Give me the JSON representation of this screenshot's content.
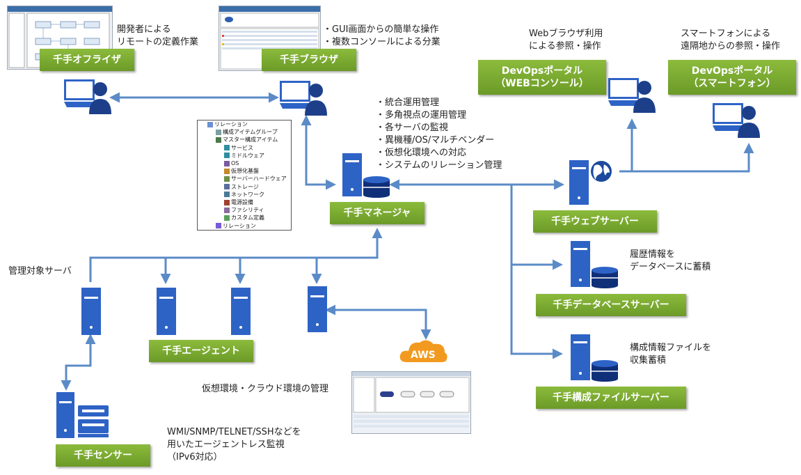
{
  "boxes": {
    "offlizer": "千手オフライザ",
    "browser": "千手ブラウザ",
    "devops_web": "DevOpsポータル\n（WEBコンソール）",
    "devops_phone": "DevOpsポータル\n（スマートフォン）",
    "manager": "千手マネージャ",
    "web_server": "千手ウェブサーバー",
    "db_server": "千手データベースサーバー",
    "config_server": "千手構成ファイルサーバー",
    "agent": "千手エージェント",
    "sensor": "千手センサー"
  },
  "texts": {
    "developer": "開発者による\nリモートの定義作業",
    "gui": "・GUI画面からの簡単な操作\n・複数コンソールによる分業",
    "web_use": "Webブラウザ利用\nによる参照・操作",
    "smartphone": "スマートフォンによる\n遠隔地からの参照・操作",
    "manager_features": "・統合運用管理\n・多角視点の運用管理\n・各サーバの監視\n・異機種/OS/マルチベンダー\n・仮想化環境への対応\n・システムのリレーション管理",
    "managed_servers": "管理対象サーバ",
    "history": "履歴情報を\nデータベースに蓄積",
    "config": "構成情報ファイルを\n収集蓄積",
    "virtual": "仮想環境・クラウド環境の管理",
    "agentless": "WMI/SNMP/TELNET/SSHなどを\n用いたエージェントレス監視\n（IPv6対応）",
    "aws": "AWS"
  },
  "tree": [
    {
      "label": "リレーション",
      "depth": 0
    },
    {
      "label": "構成アイテムグループ",
      "depth": 1
    },
    {
      "label": "マスター構成アイテム",
      "depth": 1
    },
    {
      "label": "サービス",
      "depth": 2
    },
    {
      "label": "ミドルウェア",
      "depth": 2
    },
    {
      "label": "OS",
      "depth": 2
    },
    {
      "label": "仮想化基盤",
      "depth": 2
    },
    {
      "label": "サーバーハードウェア",
      "depth": 2
    },
    {
      "label": "ストレージ",
      "depth": 2
    },
    {
      "label": "ネットワーク",
      "depth": 2
    },
    {
      "label": "電源設備",
      "depth": 2
    },
    {
      "label": "ファシリティ",
      "depth": 2
    },
    {
      "label": "カスタム定義",
      "depth": 2
    },
    {
      "label": "リレーション",
      "depth": 1
    }
  ],
  "colors": {
    "box_green": "#78a832",
    "arrow_blue": "#5b8bc7",
    "server_blue": "#2e63c6",
    "aws_orange": "#f29a1f"
  }
}
